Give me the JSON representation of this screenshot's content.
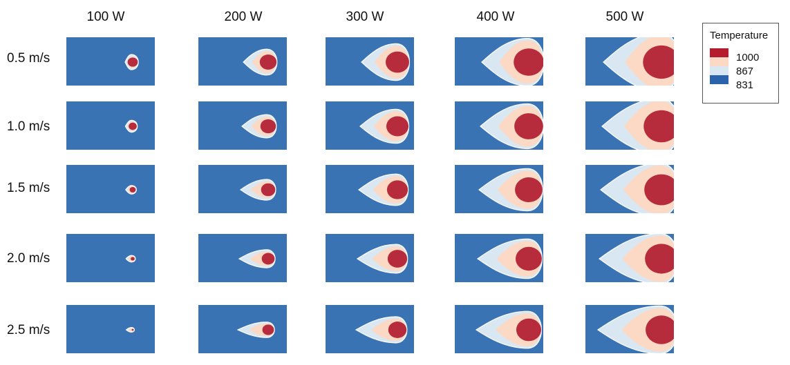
{
  "columns": [
    "100 W",
    "200 W",
    "300 W",
    "400 W",
    "500 W"
  ],
  "rows": [
    "0.5 m/s",
    "1.0 m/s",
    "1.5 m/s",
    "2.0 m/s",
    "2.5 m/s"
  ],
  "legend": {
    "title": "Temperature",
    "labels": [
      "1000",
      "867",
      "831"
    ]
  },
  "colors": {
    "background": "#3a73b3",
    "outer": "#d9e7f2",
    "middle": "#fcd9c4",
    "core": "#b72c3d",
    "swatch_top": "#b51c2e",
    "swatch_831": "#2a62ab"
  }
}
